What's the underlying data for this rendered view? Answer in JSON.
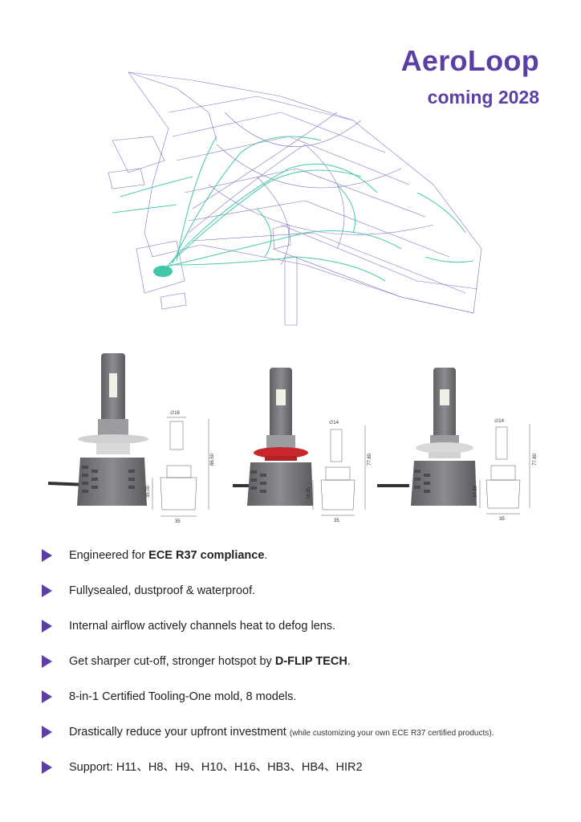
{
  "header": {
    "brand": "AeroLoop",
    "subtitle": "coming 2028"
  },
  "colors": {
    "accent": "#5b3ea6",
    "airflow": "#3fc7a7",
    "wireframe": "#6b5bb8",
    "bulb_body": "#7d7f83",
    "ring_red": "#c8262d"
  },
  "products": [
    {
      "diameter": "∅16",
      "height": "86.50",
      "base_height": "35.00",
      "width": "35"
    },
    {
      "diameter": "∅14",
      "height": "77.80",
      "base_height": "34.95",
      "width": "35"
    },
    {
      "diameter": "∅14",
      "height": "77.80",
      "base_height": "34.80",
      "width": "35"
    }
  ],
  "features": [
    {
      "pre": "Engineered for ",
      "bold": "ECE R37 compliance",
      "post": ".",
      "small": ""
    },
    {
      "pre": "Fullysealed, dustproof & waterproof.",
      "bold": "",
      "post": "",
      "small": ""
    },
    {
      "pre": "Internal airflow actively channels heat to defog lens.",
      "bold": "",
      "post": "",
      "small": ""
    },
    {
      "pre": "Get sharper cut-off, stronger hotspot by ",
      "bold": "D-FLIP TECH",
      "post": ".",
      "small": ""
    },
    {
      "pre": "8-in-1 Certified Tooling-One mold, 8 models.",
      "bold": "",
      "post": "",
      "small": ""
    },
    {
      "pre": "Drastically reduce your upfront investment ",
      "bold": "",
      "post": "",
      "small": "(while customizing your own ECE R37 certified products)."
    },
    {
      "pre": "Support: H11、H8、H9、H10、H16、HB3、HB4、HIR2",
      "bold": "",
      "post": "",
      "small": ""
    }
  ]
}
